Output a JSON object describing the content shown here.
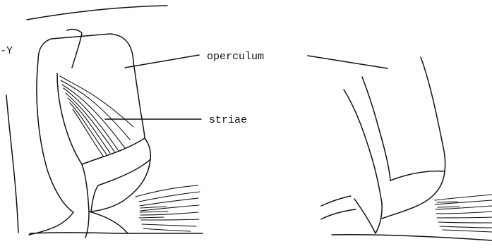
{
  "diagram": {
    "labels": {
      "partial_left": "-Y",
      "operculum": "operculum",
      "striae": "striae"
    },
    "colors": {
      "background": "#ffffff",
      "ink": "#111111"
    }
  }
}
